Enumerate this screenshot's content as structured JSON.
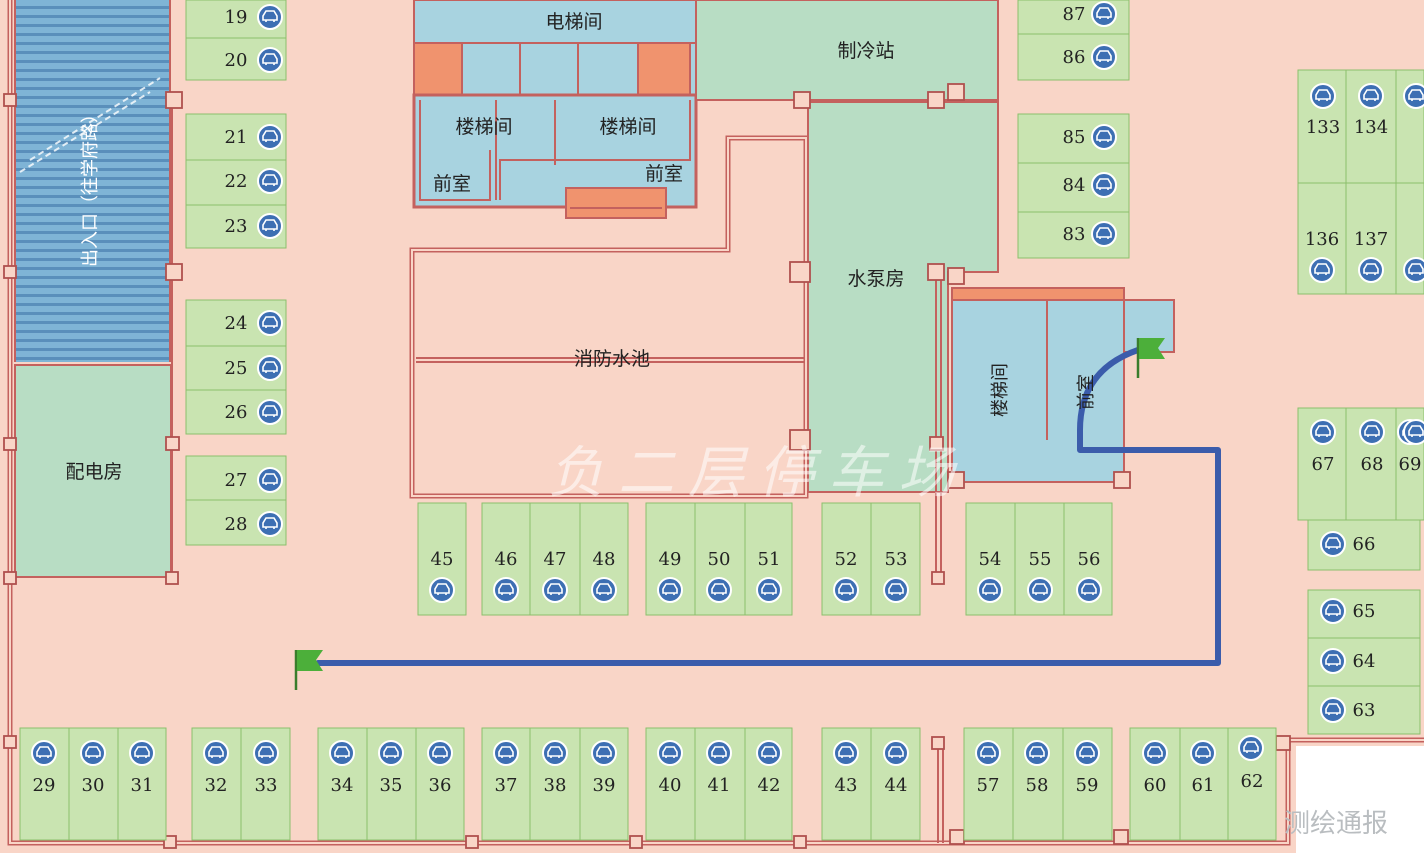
{
  "map": {
    "watermark": "负二层停车场",
    "credit": "测绘通报",
    "rooms": {
      "elevator": "电梯间",
      "refrigeration": "制冷站",
      "stair_left": "楼梯间",
      "stair_mid": "楼梯间",
      "anteroom_left": "前室",
      "anteroom_mid": "前室",
      "fire_pool": "消防水池",
      "pump_room": "水泵房",
      "power_room": "配电房",
      "stair_right": "楼梯间",
      "anteroom_right": "前室",
      "ramp": "出入口（往学府路）"
    },
    "spaces": [
      "19",
      "20",
      "21",
      "22",
      "23",
      "24",
      "25",
      "26",
      "27",
      "28",
      "29",
      "30",
      "31",
      "32",
      "33",
      "34",
      "35",
      "36",
      "37",
      "38",
      "39",
      "40",
      "41",
      "42",
      "43",
      "44",
      "45",
      "46",
      "47",
      "48",
      "49",
      "50",
      "51",
      "52",
      "53",
      "54",
      "55",
      "56",
      "57",
      "58",
      "59",
      "60",
      "61",
      "62",
      "63",
      "64",
      "65",
      "66",
      "67",
      "68",
      "69",
      "83",
      "84",
      "85",
      "86",
      "87",
      "133",
      "134",
      "136",
      "137"
    ],
    "colors": {
      "floor": "#f9d5c7",
      "room_green": "#b8ddc4",
      "room_blue": "#a8d3e0",
      "parking_space": "#c9e4b1",
      "wall": "#c4615e",
      "route": "#3b5cab",
      "flag": "#4caf3a",
      "space_icon": "#3d6fb3"
    },
    "icons": {
      "space": "parking-car-icon",
      "start": "start-flag-icon",
      "end": "end-flag-icon"
    },
    "route": "navigation-route"
  }
}
